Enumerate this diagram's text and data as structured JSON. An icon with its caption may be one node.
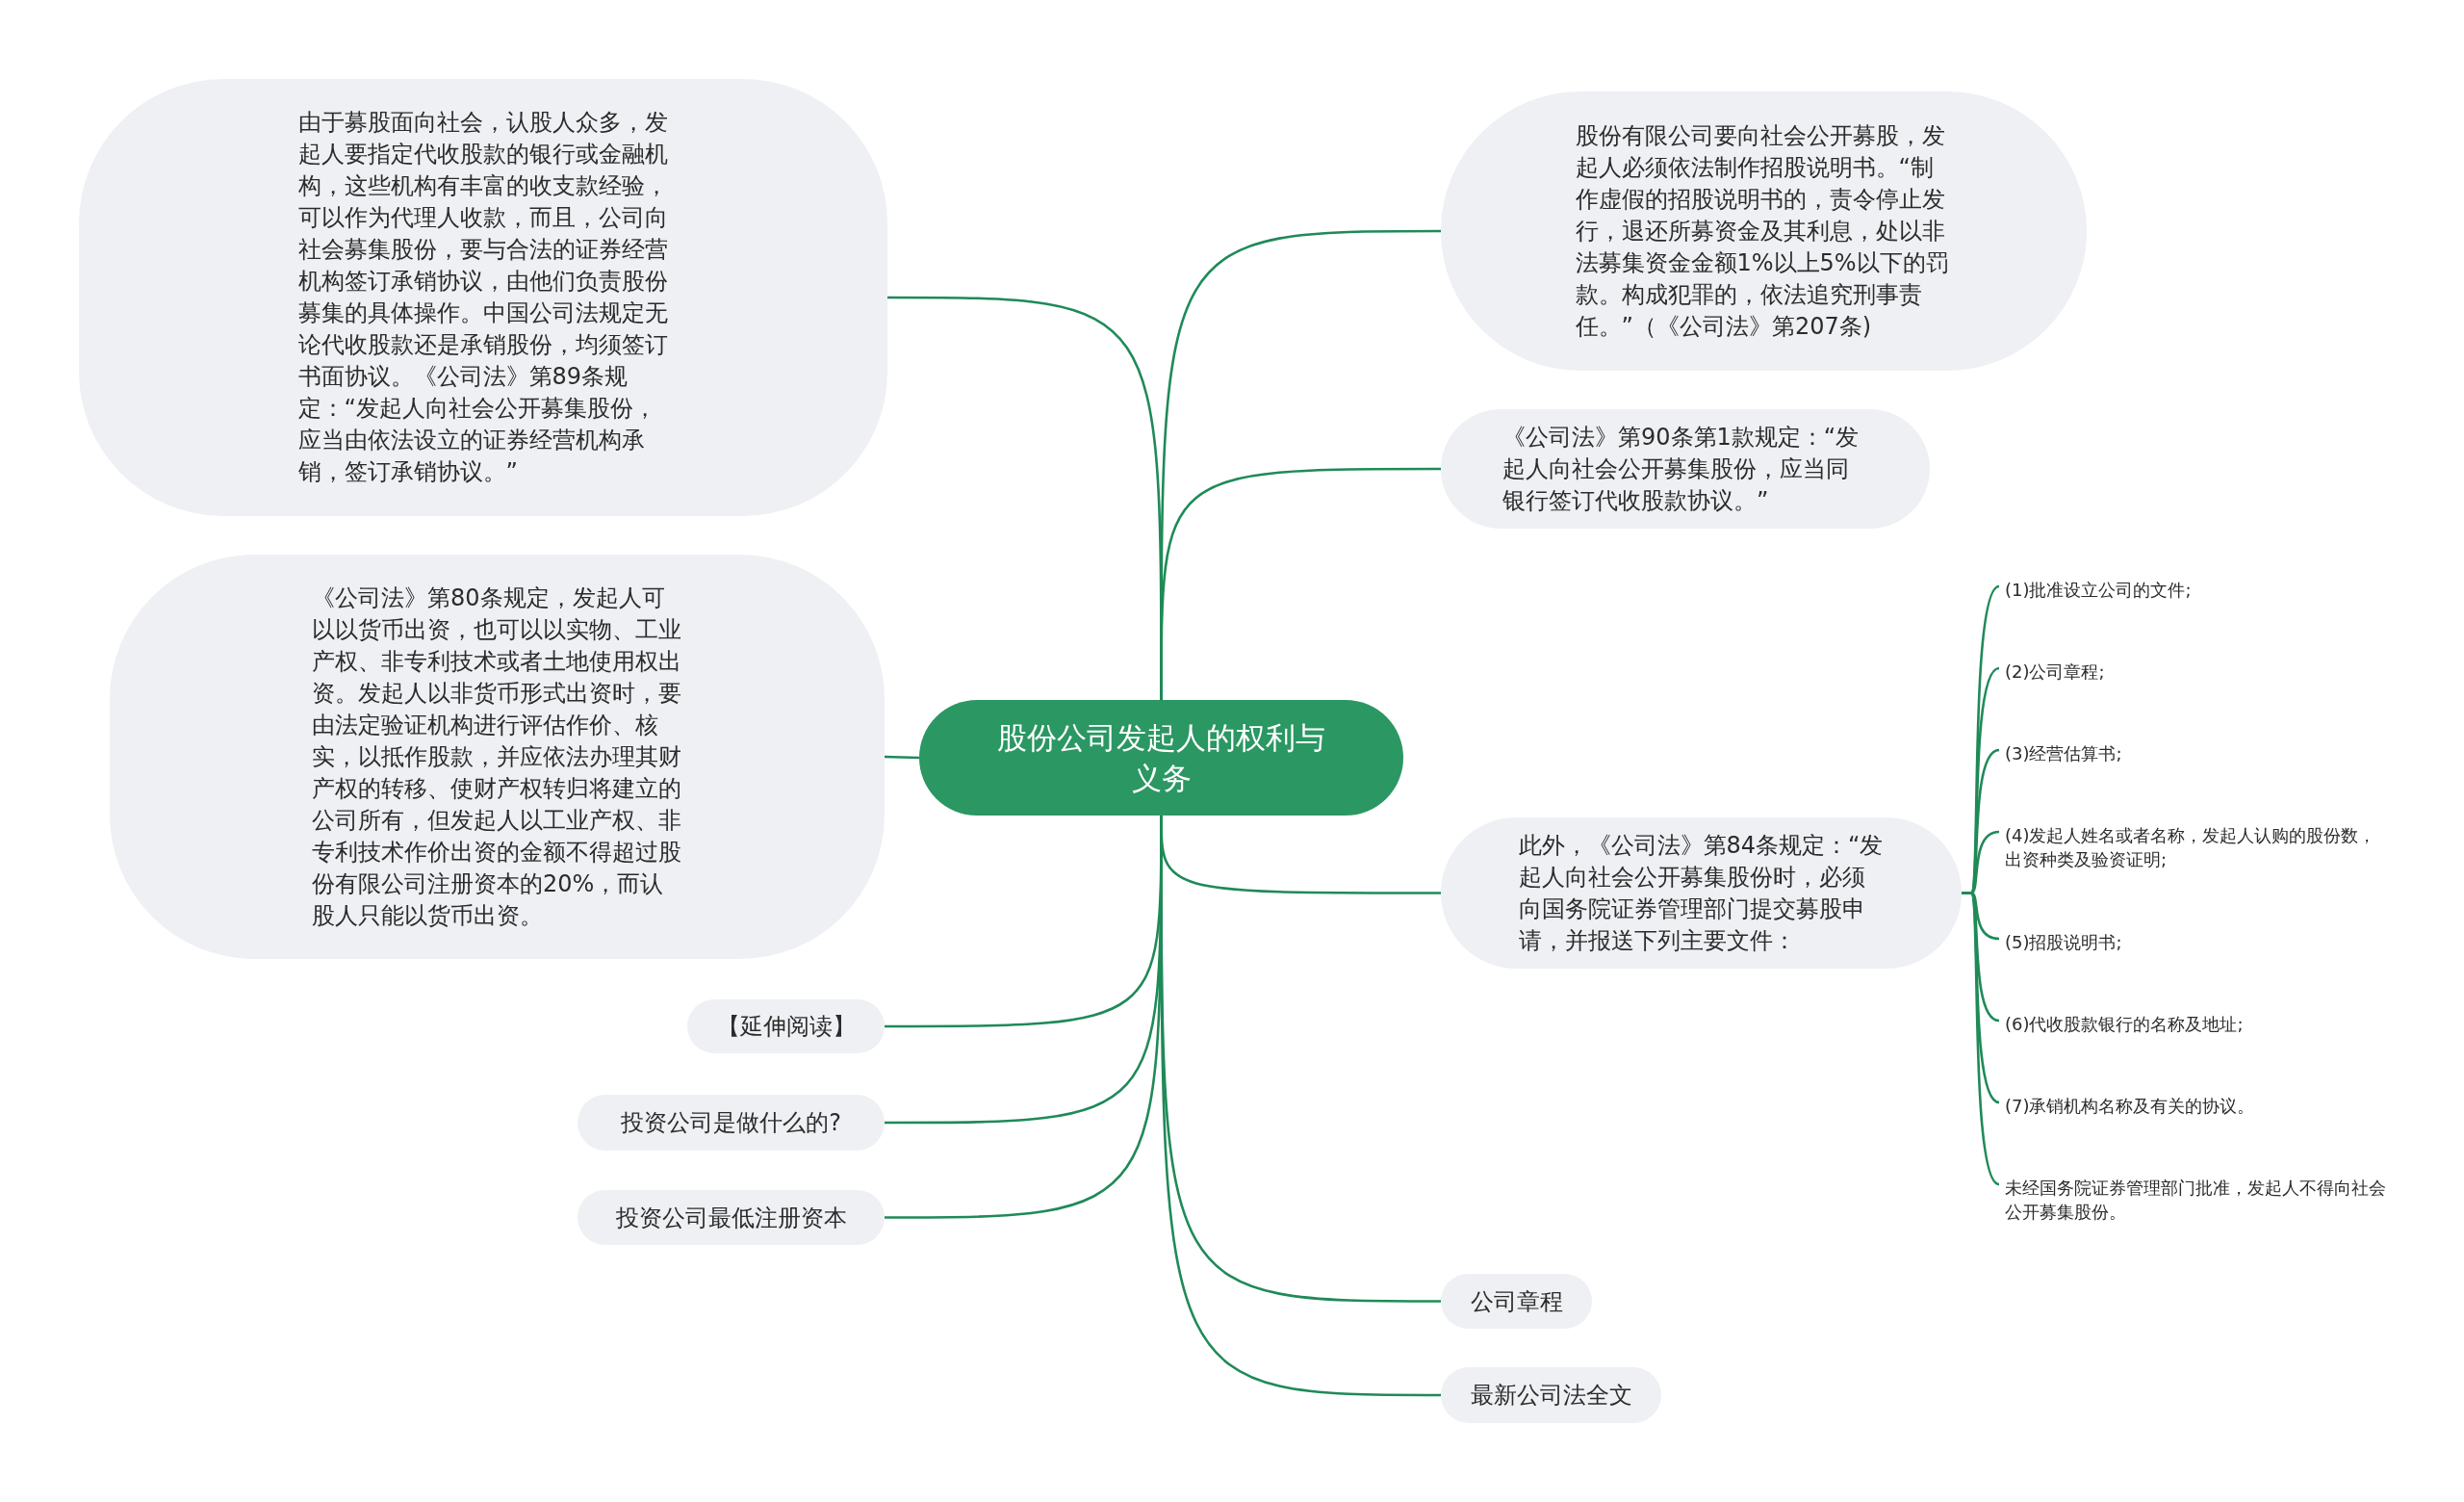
{
  "diagram": {
    "nodes": [
      {
        "text": [
          "股份公司发起人的权利与义务"
        ]
      },
      {
        "text": [
          "由于募股面向社会，认股人众多，发起人要指定代收股款的银行或金融机构，这些机构有丰富的收支款经验，可以作为代理人收款，而且，公司向社会募集股份，要与合法的证券经营机构签订承销协议，由他们负责股份募集的具体操作。中国公司法规定无论代收股款还是承销股份，均须签订书面协议。《公司法》第89条规定：“发起人向社会公开募集股份，应当由依法设立的证券经营机构承销，签订承销协议。”"
        ]
      },
      {
        "text": [
          "《公司法》第80条规定，发起人可以以货币出资，也可以以实物、工业产权、非专利技术或者土地使用权出资。发起人以非货币形式出资时，要由法定验证机构进行评估作价、核实，以抵作股款，并应依法办理其财产权的转移、使财产权转归将建立的公司所有，但发起人以工业产权、非专利技术作价出资的金额不得超过股份有限公司注册资本的20%，而认股人只能以货币出资。"
        ]
      },
      {
        "text": [
          "【延伸阅读】"
        ]
      },
      {
        "text": [
          "投资公司是做什么的?"
        ]
      },
      {
        "text": [
          "投资公司最低注册资本"
        ]
      },
      {
        "text": [
          "股份有限公司要向社会公开募股，发起人必须依法制作招股说明书。“制作虚假的招股说明书的，责令停止发行，退还所募资金及其利息，处以非法募集资金金额1%以上5%以下的罚款。构成犯罪的，依法追究刑事责任。”（《公司法》第207条)"
        ]
      },
      {
        "text": [
          "《公司法》第90条第1款规定：“发起人向社会公开募集股份，应当同银行签订代收股款协议。”"
        ]
      },
      {
        "text": [
          "此外，《公司法》第84条规定：“发起人向社会公开募集股份时，必须向国务院证券管理部门提交募股申请，并报送下列主要文件："
        ]
      },
      {
        "text": [
          "(1)批准设立公司的文件;"
        ]
      },
      {
        "text": [
          "(2)公司章程;"
        ]
      },
      {
        "text": [
          "(3)经营估算书;"
        ]
      },
      {
        "text": [
          "(4)发起人姓名或者名称，发起人认购的股份数，出资种类及验资证明;"
        ]
      },
      {
        "text": [
          "(5)招股说明书;"
        ]
      },
      {
        "text": [
          "(6)代收股款银行的名称及地址;"
        ]
      },
      {
        "text": [
          "(7)承销机构名称及有关的协议。"
        ]
      },
      {
        "text": [
          "未经国务院证券管理部门批准，发起人不得向社会公开募集股份。"
        ]
      },
      {
        "text": [
          "公司章程"
        ]
      },
      {
        "text": [
          "最新公司法全文"
        ]
      }
    ],
    "edges": [
      {
        "from": 0,
        "to": 1,
        "arrow": "none"
      },
      {
        "from": 0,
        "to": 2,
        "arrow": "none"
      },
      {
        "from": 0,
        "to": 3,
        "arrow": "none"
      },
      {
        "from": 0,
        "to": 4,
        "arrow": "none"
      },
      {
        "from": 0,
        "to": 5,
        "arrow": "none"
      },
      {
        "from": 0,
        "to": 6,
        "arrow": "none"
      },
      {
        "from": 0,
        "to": 7,
        "arrow": "none"
      },
      {
        "from": 0,
        "to": 8,
        "arrow": "none"
      },
      {
        "from": 8,
        "to": 9,
        "arrow": "none"
      },
      {
        "from": 8,
        "to": 10,
        "arrow": "none"
      },
      {
        "from": 8,
        "to": 11,
        "arrow": "none"
      },
      {
        "from": 8,
        "to": 12,
        "arrow": "none"
      },
      {
        "from": 8,
        "to": 13,
        "arrow": "none"
      },
      {
        "from": 8,
        "to": 14,
        "arrow": "none"
      },
      {
        "from": 8,
        "to": 15,
        "arrow": "none"
      },
      {
        "from": 8,
        "to": 16,
        "arrow": "none"
      },
      {
        "from": 0,
        "to": 17,
        "arrow": "none"
      },
      {
        "from": 0,
        "to": 18,
        "arrow": "none"
      }
    ]
  }
}
